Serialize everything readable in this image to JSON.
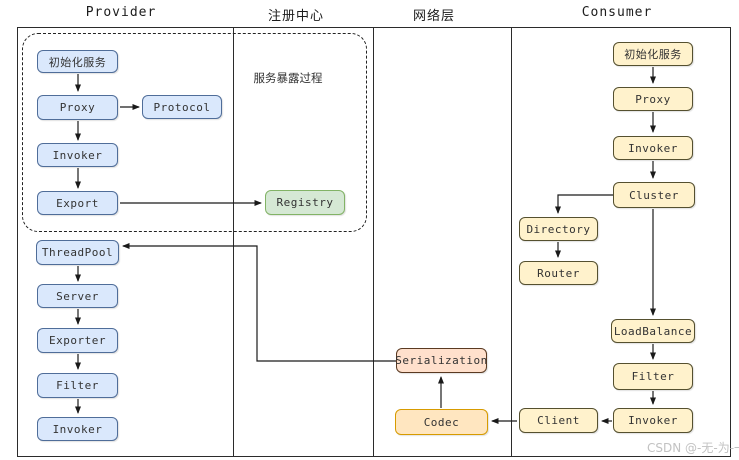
{
  "diagram": {
    "columns": [
      {
        "id": "provider",
        "label": "Provider"
      },
      {
        "id": "registry",
        "label": "注册中心"
      },
      {
        "id": "network",
        "label": "网络层"
      },
      {
        "id": "consumer",
        "label": "Consumer"
      }
    ],
    "annotations": {
      "expose_process": "服务暴露过程"
    },
    "nodes": {
      "p_init": "初始化服务",
      "p_proxy": "Proxy",
      "p_protocol": "Protocol",
      "p_invoker": "Invoker",
      "p_export": "Export",
      "p_threadpool": "ThreadPool",
      "p_server": "Server",
      "p_exporter": "Exporter",
      "p_filter": "Filter",
      "p_invoker2": "Invoker",
      "registry": "Registry",
      "serialization": "Serialization",
      "codec": "Codec",
      "c_init": "初始化服务",
      "c_proxy": "Proxy",
      "c_invoker": "Invoker",
      "c_cluster": "Cluster",
      "c_directory": "Directory",
      "c_router": "Router",
      "c_loadbalance": "LoadBalance",
      "c_filter": "Filter",
      "c_invoker2": "Invoker",
      "c_client": "Client"
    },
    "colors": {
      "blue-fill": "#dae8fc",
      "blue-stroke": "#4f6d99",
      "yellow-fill": "#fff2cc",
      "yellow-stroke": "#55502f",
      "green-fill": "#d5e8d4",
      "green-stroke": "#82b366",
      "peach-fill": "#ffe0cc",
      "peach-stroke": "#5a3a22",
      "orange-fill": "#ffe6c0",
      "orange-stroke": "#d79b00",
      "line": "#1a1a1a",
      "text": "#333333",
      "watermark": "#c2c2c2"
    },
    "watermark": "CSDN @-无-为-一"
  }
}
